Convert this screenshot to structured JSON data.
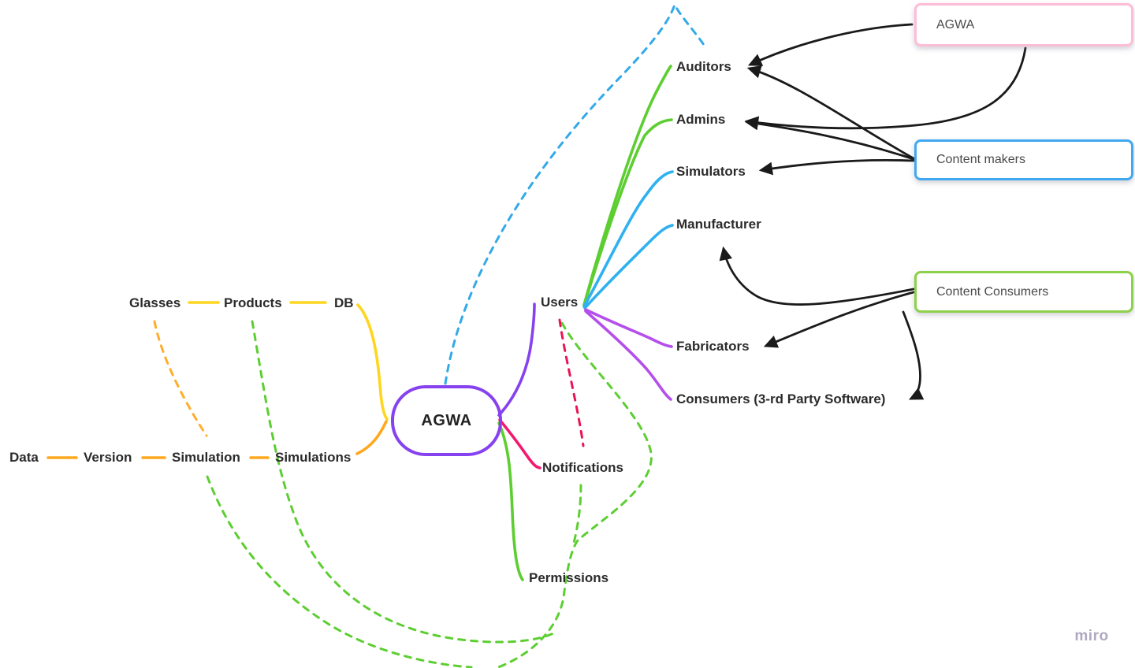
{
  "central_node": {
    "label": "AGWA"
  },
  "labels": {
    "glasses": "Glasses",
    "products": "Products",
    "db": "DB",
    "data": "Data",
    "version": "Version",
    "simulation": "Simulation",
    "simulations": "Simulations",
    "users": "Users",
    "auditors": "Auditors",
    "admins": "Admins",
    "simulators": "Simulators",
    "manufacturer": "Manufacturer",
    "fabricators": "Fabricators",
    "consumers": "Consumers (3-rd Party Software)",
    "notifications": "Notifications",
    "permissions": "Permissions"
  },
  "legend_boxes": {
    "agwa": "AGWA",
    "content_makers": "Content makers",
    "content_consumers": "Content Consumers"
  },
  "watermark": {
    "label": "miro"
  },
  "colors": {
    "purple": "#8742F0",
    "violet": "#B54FEB",
    "green": "#5DCE31",
    "blue": "#2FB1F0",
    "yellow": "#FFD61F",
    "orange": "#FFA81F",
    "pink": "#F2196E",
    "red_dash": "#E91455",
    "blue_dash": "#33A9E8",
    "green_dash": "#5DCE31",
    "orange_dash": "#FFAD29",
    "arrow_black": "#1a1a1a",
    "box_pink_border": "#FFBCD6",
    "box_blue_border": "#41A8F0",
    "box_green_border": "#8DD04A",
    "label_text": "#2b2b2b"
  }
}
